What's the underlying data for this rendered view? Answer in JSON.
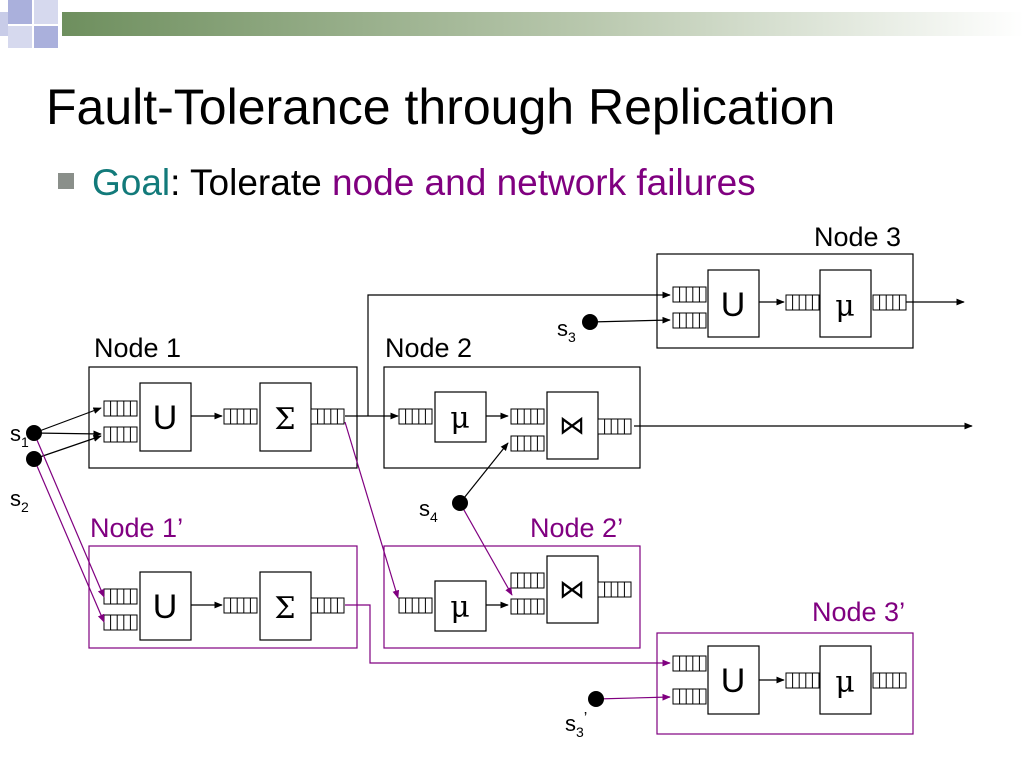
{
  "slide": {
    "title": "Fault-Tolerance through Replication",
    "bullet": {
      "key": "Goal",
      "sep": ": Tolerate ",
      "highlight": "node and network failures"
    }
  },
  "colors": {
    "primary": "#000000",
    "replica": "#800080",
    "goal": "#127a7a"
  },
  "diagram": {
    "nodes": {
      "n1": "Node 1",
      "n2": "Node 2",
      "n3": "Node 3",
      "n1r": "Node 1’",
      "n2r": "Node 2’",
      "n3r": "Node 3’"
    },
    "ops": {
      "union": "U",
      "aggregate": "Σ",
      "map": "μ",
      "join": "⋈"
    },
    "sources": {
      "s1": {
        "base": "s",
        "sub": "1"
      },
      "s2": {
        "base": "s",
        "sub": "2"
      },
      "s3": {
        "base": "s",
        "sub": "3"
      },
      "s4": {
        "base": "s",
        "sub": "4"
      },
      "s3r": {
        "base": "s",
        "sub": "3",
        "sup": "’"
      }
    }
  }
}
